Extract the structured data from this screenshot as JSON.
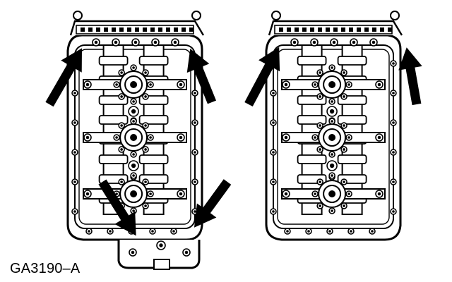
{
  "figure": {
    "label": "GA3190–A"
  },
  "diagram": {
    "views": [
      {
        "name": "left-cylinder-head",
        "arrow_count": 4
      },
      {
        "name": "right-cylinder-head",
        "arrow_count": 2
      }
    ],
    "ink_color": "#000000",
    "paper_color": "#ffffff"
  }
}
